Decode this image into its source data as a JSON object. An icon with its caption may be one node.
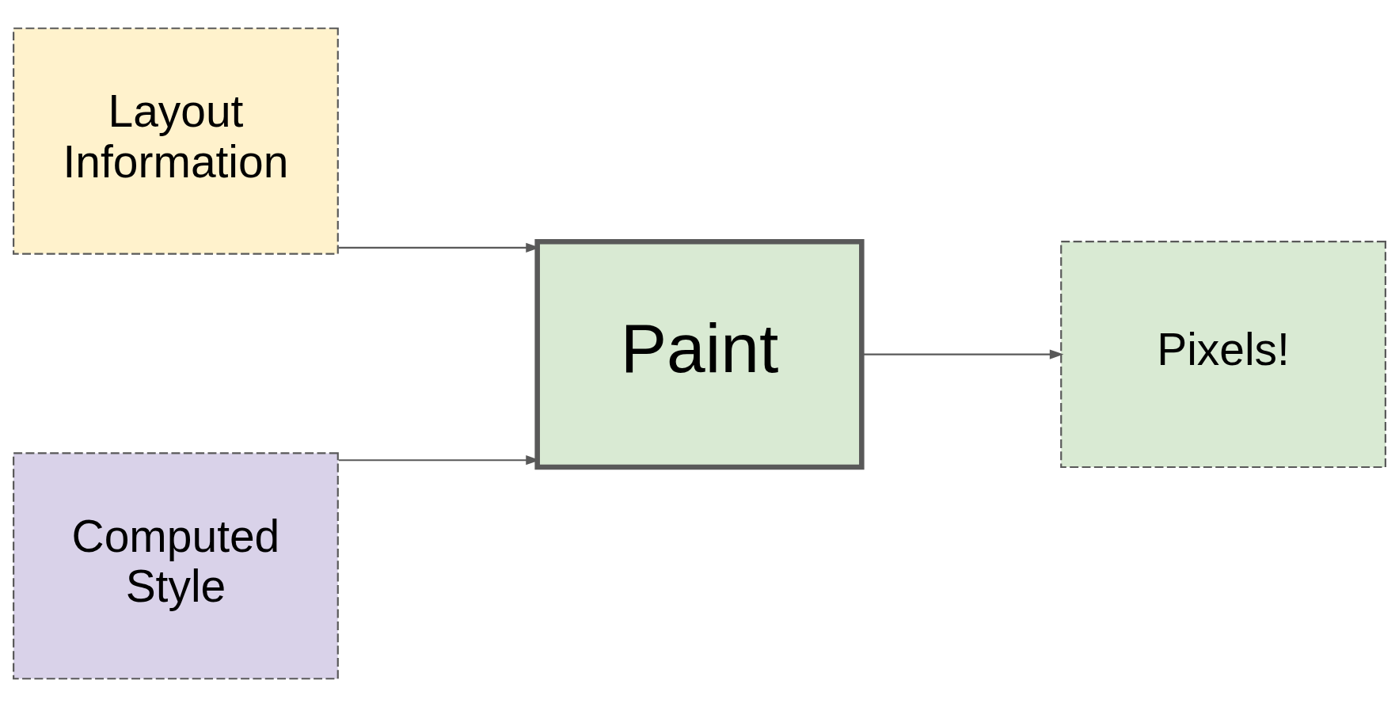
{
  "diagram": {
    "nodes": [
      {
        "text": [
          "Layout Information"
        ]
      },
      {
        "text": [
          "Computed Style"
        ]
      },
      {
        "text": [
          "Paint"
        ]
      },
      {
        "text": [
          "Pixels!"
        ]
      }
    ],
    "edges": [
      {
        "from": 0,
        "to": 2,
        "arrow": "to"
      },
      {
        "from": 1,
        "to": 2,
        "arrow": "to"
      },
      {
        "from": 2,
        "to": 3,
        "arrow": "to"
      }
    ]
  }
}
